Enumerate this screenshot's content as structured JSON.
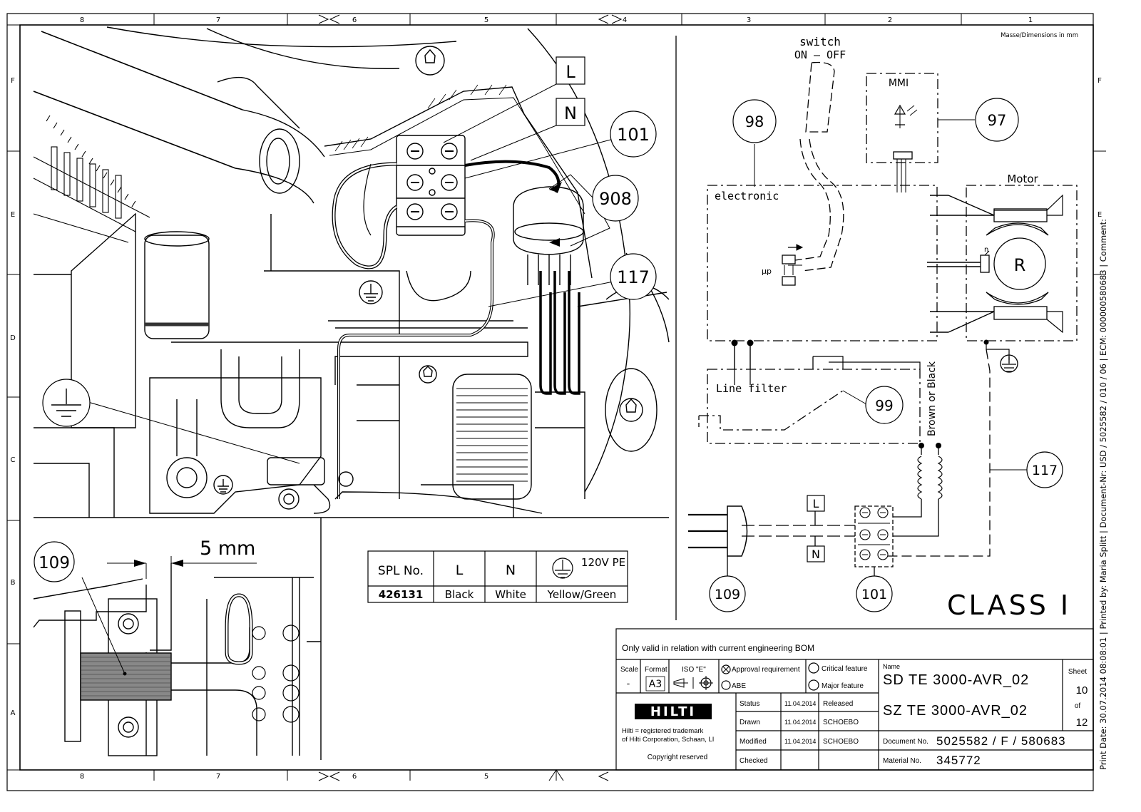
{
  "zones": {
    "columns": [
      "8",
      "7",
      "6",
      "5",
      "4",
      "3",
      "2",
      "1"
    ],
    "rows": [
      "F",
      "E",
      "D",
      "C",
      "B",
      "A"
    ]
  },
  "dimensions_note": "Masse/Dimensions in mm",
  "side_text": "Print Date: 30.07.2014 08:08:01 | Printed by: Maria Splitt | Document-Nr: USD / 5025582 / 010 / 06 | ECM: 000000580683 | Comment:",
  "photo_callouts": {
    "L": "L",
    "N": "N",
    "c101": "101",
    "c908": "908",
    "c117": "117"
  },
  "detail": {
    "callout": "109",
    "dimension": "5 mm"
  },
  "spl_table": {
    "headers": [
      "SPL No.",
      "L",
      "N",
      "",
      "120V PE"
    ],
    "row": [
      "426131",
      "Black",
      "White",
      "Yellow/Green"
    ]
  },
  "schematic": {
    "switch_label_1": "switch",
    "switch_label_2": "ON – OFF",
    "mmi": "MMI",
    "c98": "98",
    "c97": "97",
    "electronic": "electronic",
    "motor": "Motor",
    "motor_r": "R",
    "motor_n": "n",
    "up": "µp",
    "line_filter": "Line filter",
    "c99": "99",
    "brown_black": "Brown or Black",
    "c117": "117",
    "L": "L",
    "N": "N",
    "c109": "109",
    "c101": "101",
    "class": "CLASS I"
  },
  "title_block": {
    "note": "Only valid in relation with current engineering BOM",
    "scale_label": "Scale",
    "scale_value": "-",
    "format_label": "Format",
    "format_value": "A3",
    "iso_label": "ISO \"E\"",
    "approval": "Approval requirement",
    "abe": "ABE",
    "critical": "Critical feature",
    "major": "Major feature",
    "logo": "HILTI",
    "trademark_1": "Hilti = registered trademark",
    "trademark_2": "of Hilti Corporation, Schaan, LI",
    "copyright": "Copyright reserved",
    "rows": [
      {
        "label": "Status",
        "date": "11.04.2014",
        "value": "Released"
      },
      {
        "label": "Drawn",
        "date": "11.04.2014",
        "value": "SCHOEBO"
      },
      {
        "label": "Modified",
        "date": "11.04.2014",
        "value": "SCHOEBO"
      },
      {
        "label": "Checked",
        "date": "",
        "value": ""
      }
    ],
    "name_label": "Name",
    "name_1": "SD TE 3000-AVR_02",
    "name_2": "SZ TE 3000-AVR_02",
    "sheet_label": "Sheet",
    "sheet_no": "10",
    "of_label": "of",
    "sheet_total": "12",
    "doc_label": "Document No.",
    "doc_value": "5025582 / F / 580683",
    "mat_label": "Material No.",
    "mat_value": "345772"
  }
}
